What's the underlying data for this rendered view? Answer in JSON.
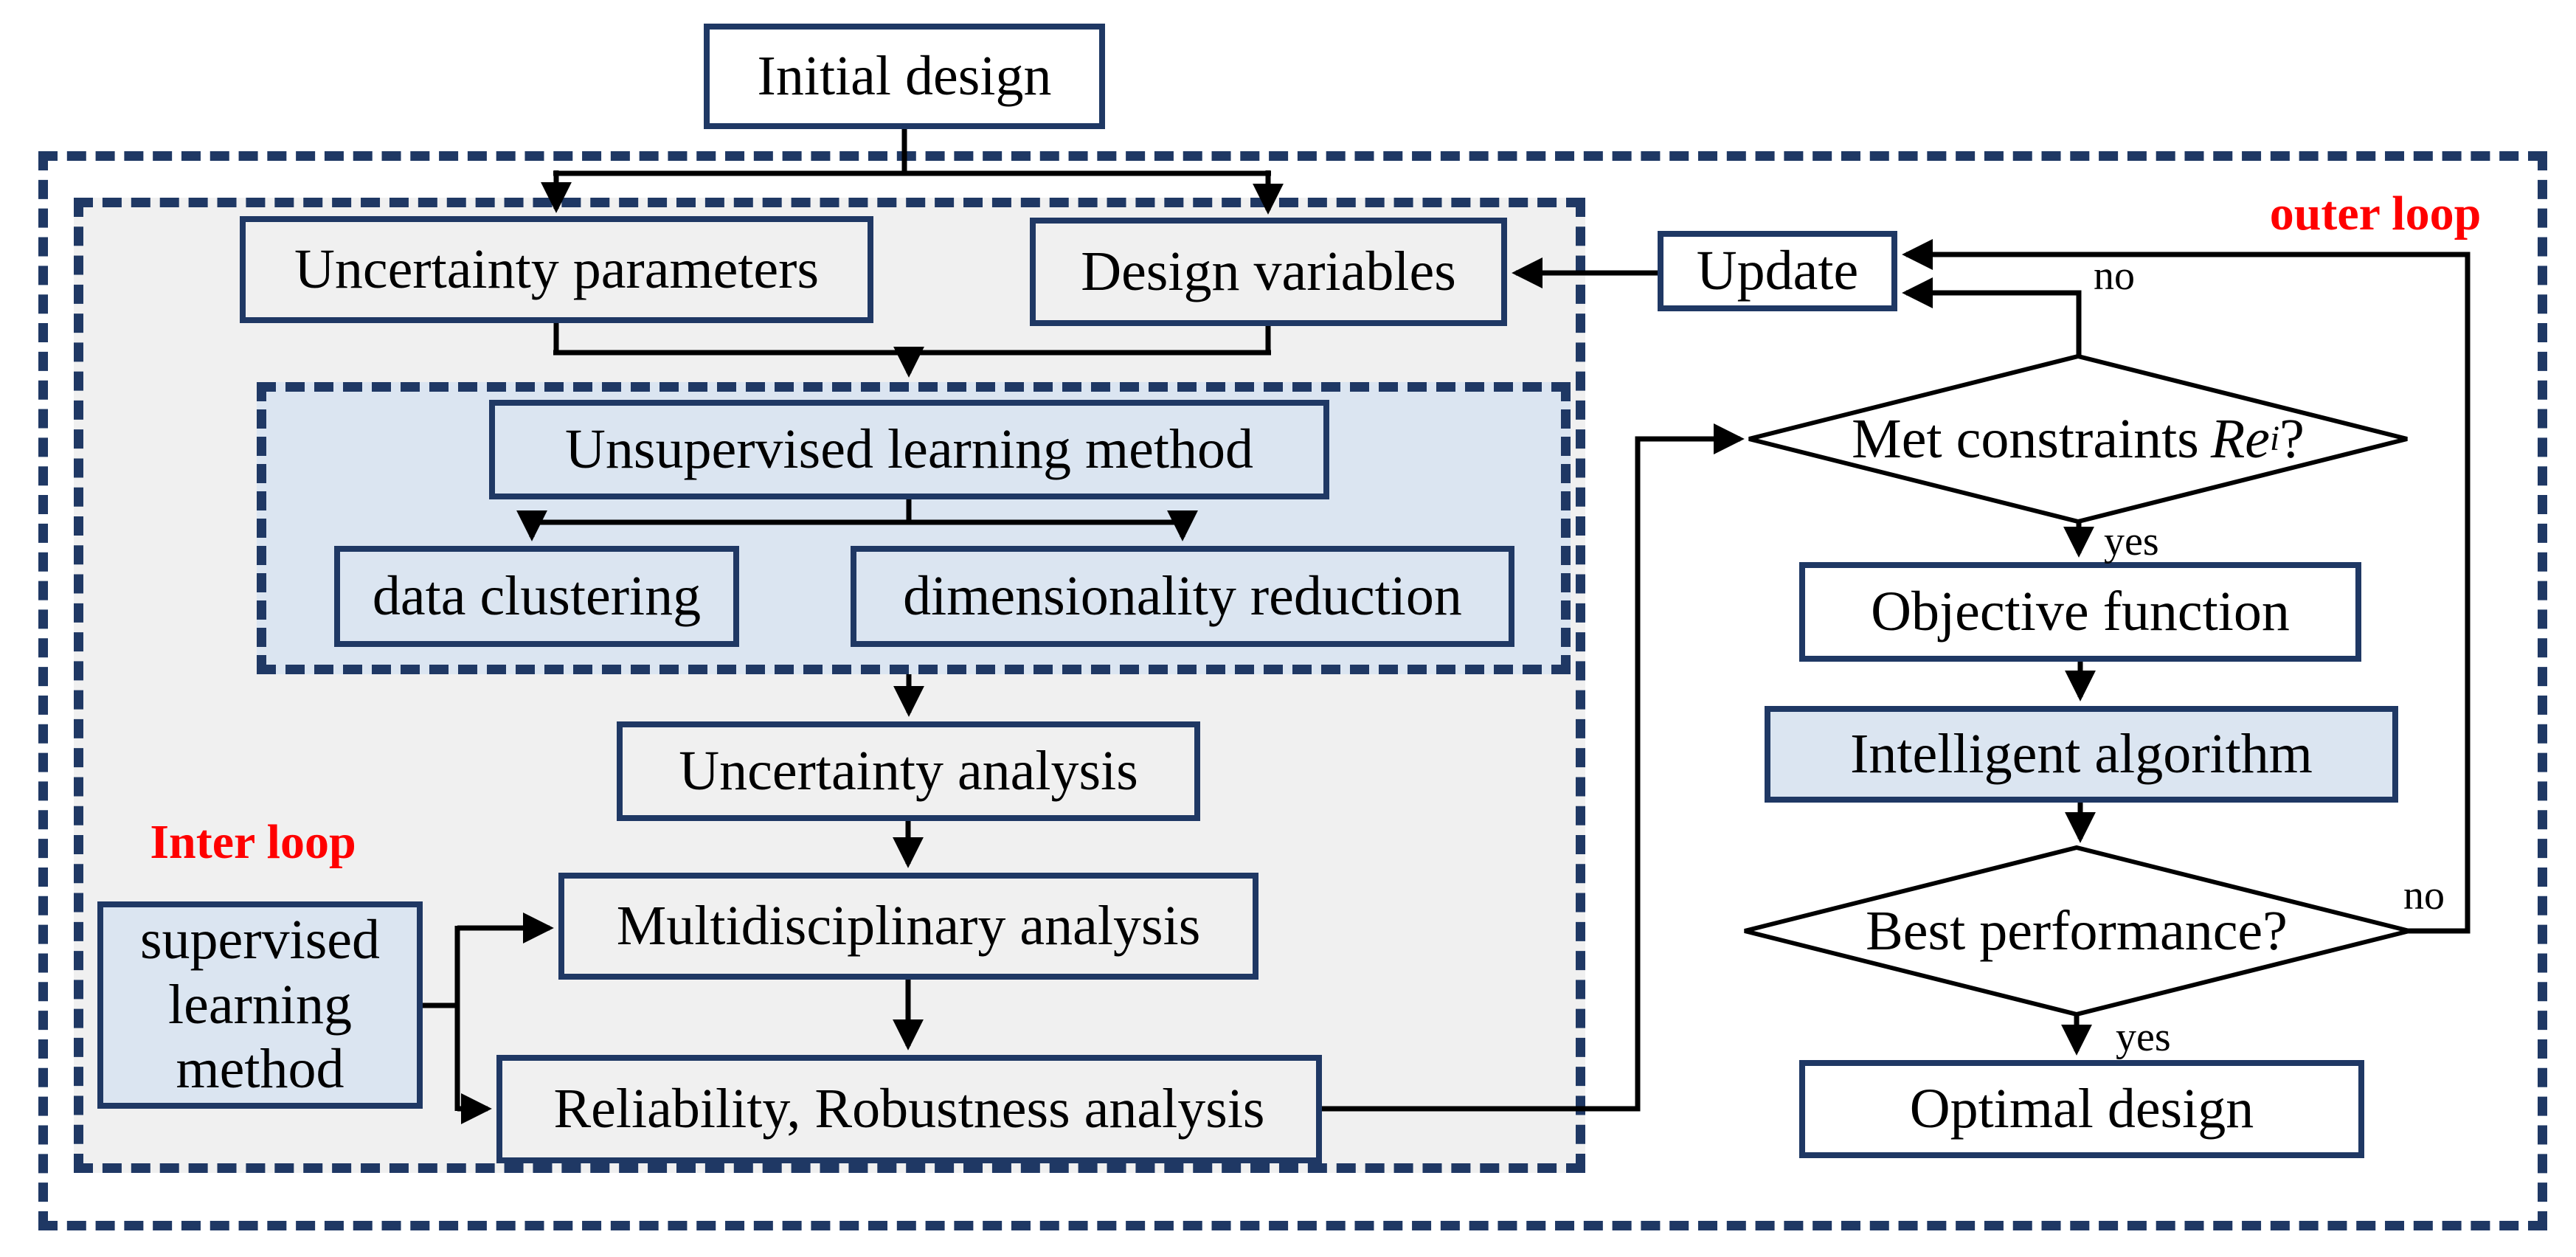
{
  "colors": {
    "navy": "#1f3864",
    "red": "#ff0000",
    "panel_gray": "#f0f0f0",
    "panel_blue": "#dbe5f1",
    "line_black": "#000000",
    "box_white": "#ffffff"
  },
  "loop_labels": {
    "inner": "Inter loop",
    "outer": "outer loop"
  },
  "branch_labels": {
    "yes": "yes",
    "no": "no"
  },
  "nodes": {
    "initial_design": "Initial design",
    "uncertainty_parameters": "Uncertainty parameters",
    "design_variables": "Design variables",
    "update": "Update",
    "unsupervised_learning_method": "Unsupervised learning method",
    "data_clustering": "data clustering",
    "dimensionality_reduction": "dimensionality reduction",
    "uncertainty_analysis": "Uncertainty analysis",
    "supervised_learning_method": "supervised learning method",
    "multidisciplinary_analysis": "Multidisciplinary analysis",
    "reliability_robustness_analysis": "Reliability, Robustness analysis",
    "met_constraints": {
      "prefix": "Met constraints",
      "variable": "Re",
      "subscript": "i",
      "suffix": "?"
    },
    "objective_function": "Objective function",
    "intelligent_algorithm": "Intelligent algorithm",
    "best_performance": "Best performance?",
    "optimal_design": "Optimal design"
  }
}
